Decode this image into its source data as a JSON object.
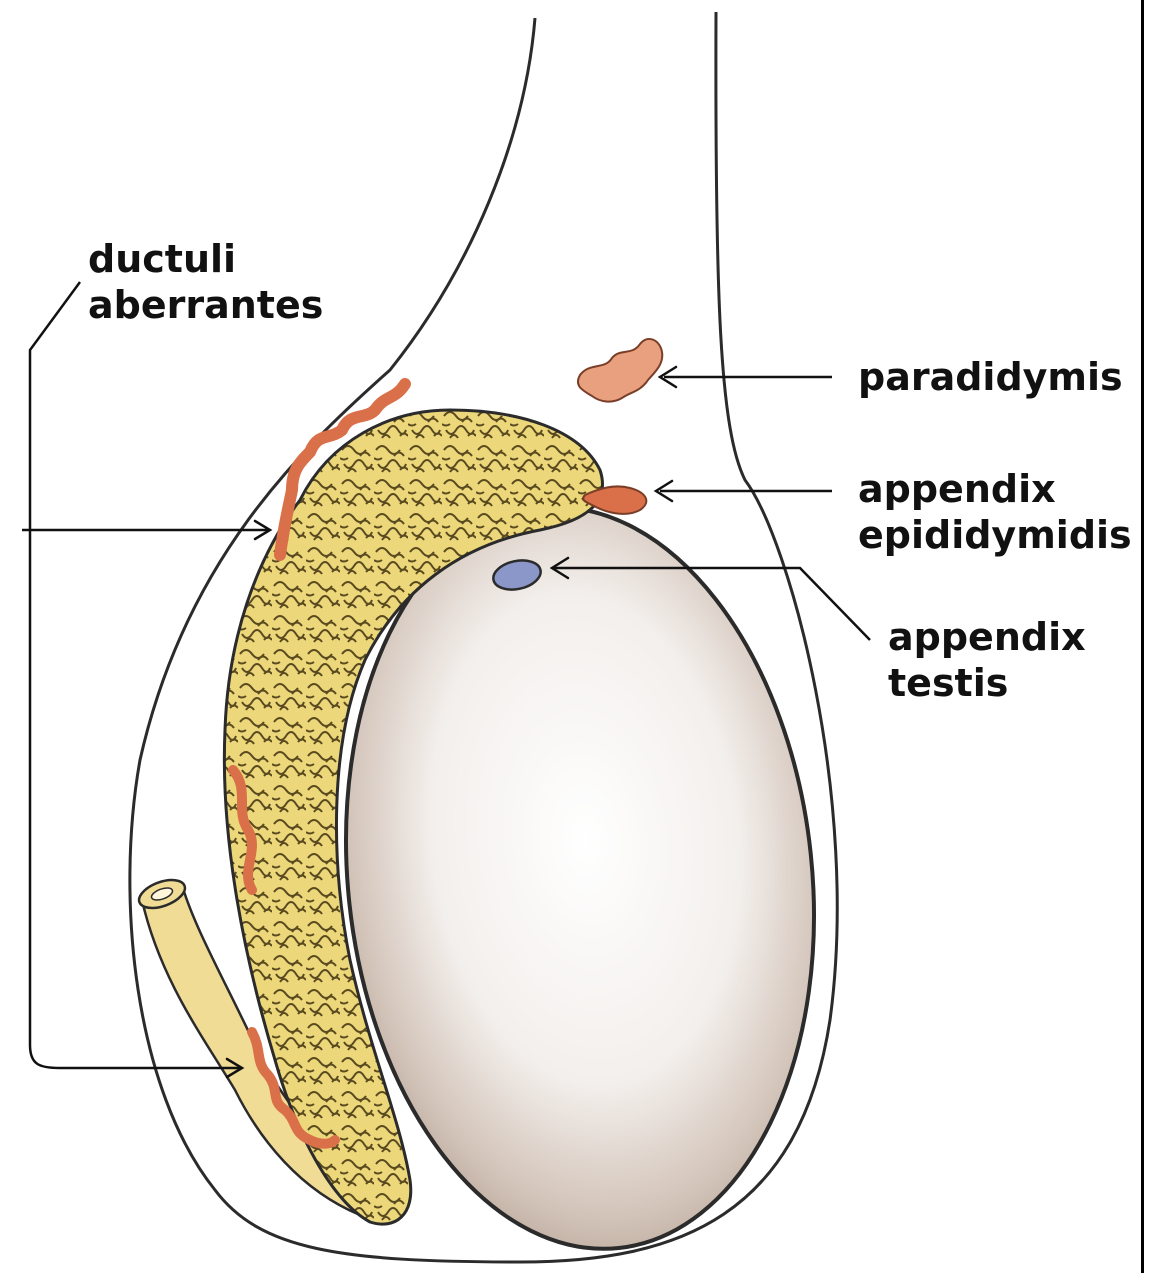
{
  "labels": {
    "ductuli_aberrantes": [
      "ductuli",
      "aberrantes"
    ],
    "paradidymis": [
      "paradidymis"
    ],
    "appendix_epididymidis": [
      "appendix",
      "epididymidis"
    ],
    "appendix_testis": [
      "appendix",
      "testis"
    ]
  },
  "colors": {
    "outline": "#2b2b2b",
    "testis_fill": "#e9e2dc",
    "testis_shadow": "#b9a89b",
    "epididymis_fill": "#ecd77a",
    "epididymis_coil": "#5a4a1f",
    "red_duct": "#d9704a",
    "paradidymis": "#e8a07e",
    "appendix_testis": "#8b97c9",
    "vas_deferens": "#f1dc95"
  }
}
